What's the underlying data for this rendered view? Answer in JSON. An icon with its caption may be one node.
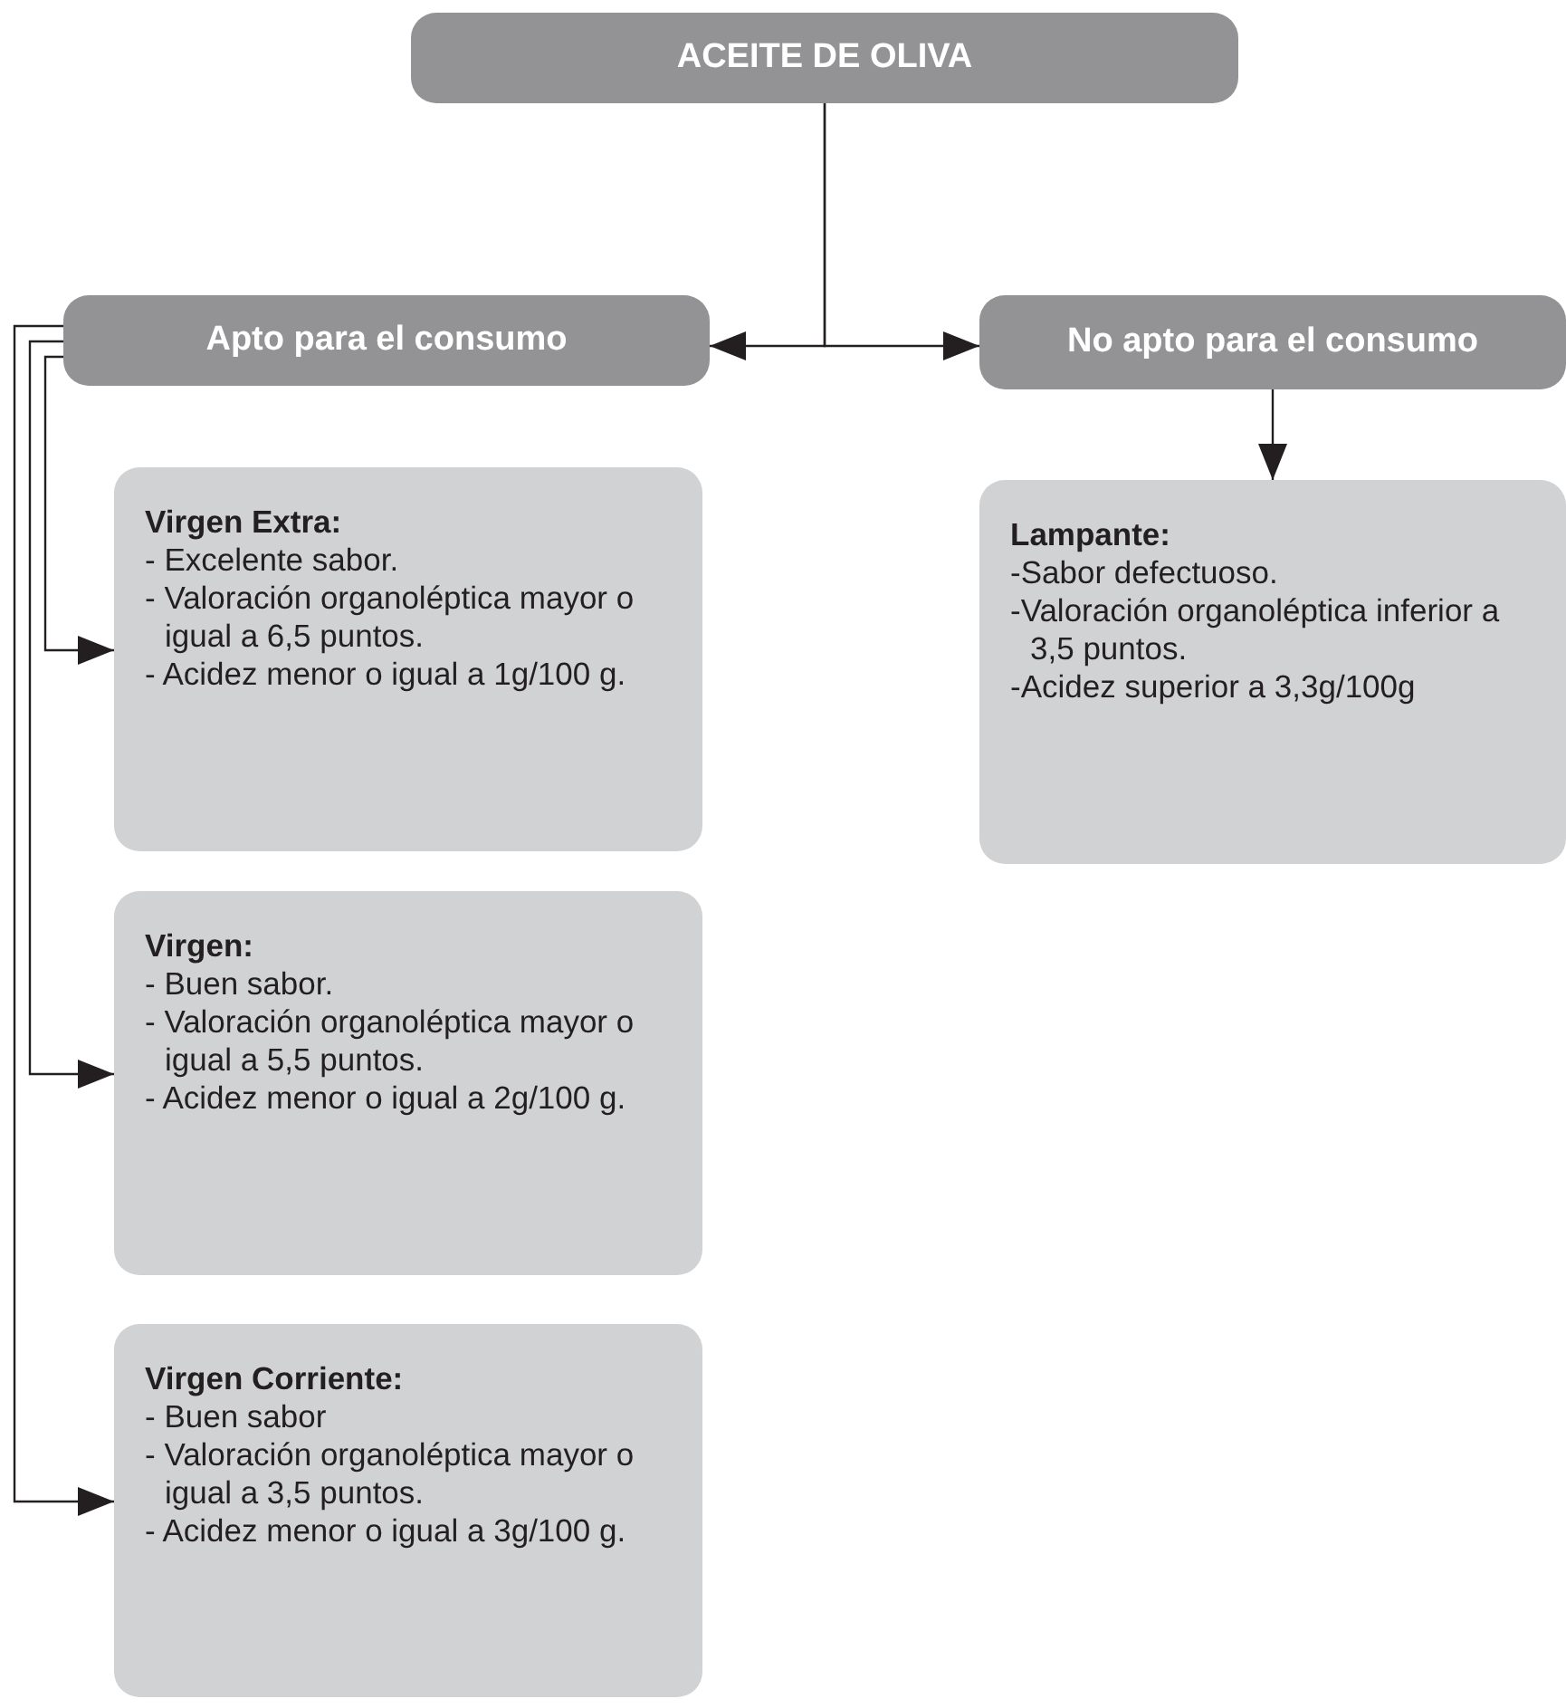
{
  "diagram": {
    "nodes": [
      {
        "text": [
          "ACEITE DE OLIVA"
        ]
      },
      {
        "text": [
          "Apto para el consumo"
        ]
      },
      {
        "text": [
          "No apto para el consumo"
        ]
      },
      {
        "text": [
          "Virgen Extra:",
          "- Excelente sabor.",
          "- Valoración organoléptica mayor o igual a 6,5 puntos.",
          "- Acidez menor o igual a 1g/100 g."
        ]
      },
      {
        "text": [
          "Virgen:",
          "- Buen sabor.",
          "- Valoración organoléptica mayor o igual a 5,5 puntos.",
          "- Acidez menor o igual a 2g/100 g."
        ]
      },
      {
        "text": [
          "Virgen Corriente:",
          "- Buen sabor",
          "- Valoración organoléptica mayor o igual a 3,5 puntos.",
          "- Acidez menor o igual a 3g/100 g."
        ]
      },
      {
        "text": [
          "Lampante:",
          "-Sabor defectuoso.",
          "-Valoración organoléptica inferior a 3,5 puntos.",
          "-Acidez superior a 3,3g/100g"
        ]
      }
    ],
    "edges": [
      {
        "from": 0,
        "to": 1,
        "arrow": "to"
      },
      {
        "from": 0,
        "to": 2,
        "arrow": "to"
      },
      {
        "from": 1,
        "to": 3,
        "arrow": "to"
      },
      {
        "from": 1,
        "to": 4,
        "arrow": "to"
      },
      {
        "from": 1,
        "to": 5,
        "arrow": "to"
      },
      {
        "from": 2,
        "to": 6,
        "arrow": "to"
      }
    ]
  }
}
